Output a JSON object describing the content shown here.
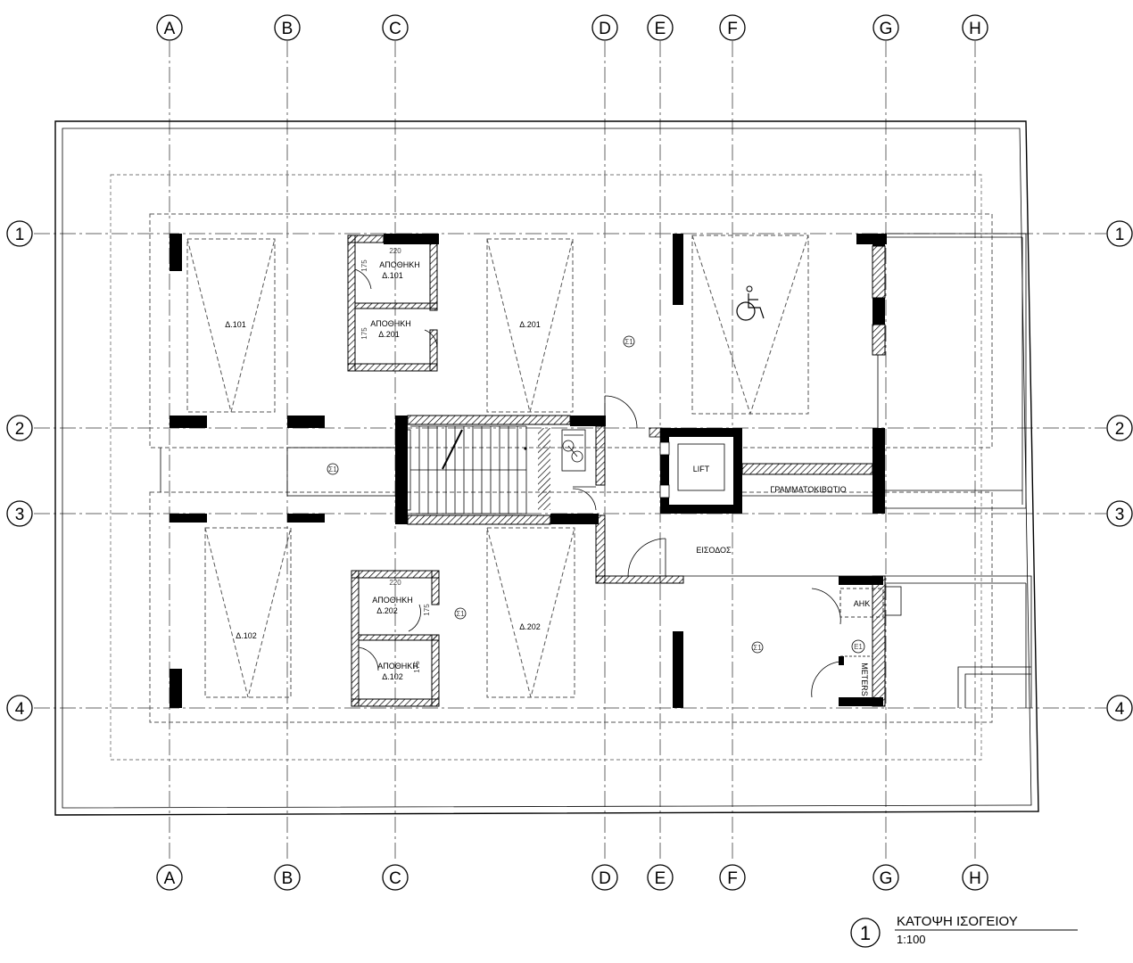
{
  "grid": {
    "columns": [
      "A",
      "B",
      "C",
      "D",
      "E",
      "F",
      "G",
      "H"
    ],
    "rows": [
      "1",
      "2",
      "3",
      "4"
    ]
  },
  "rooms": {
    "parking_101": "Δ.101",
    "parking_201": "Δ.201",
    "parking_102": "Δ.102",
    "parking_202": "Δ.202",
    "storage_title": "ΑΠΟΘΗΚΗ",
    "storage_101": "Δ.101",
    "storage_201": "Δ.201",
    "storage_202": "Δ.202",
    "storage_102": "Δ.102",
    "lift": "LIFT",
    "mailbox": "ΓΡΑΜΜΑΤΟΚΙΒΩΤΙΟ",
    "entrance": "ΕΙΣΟΔΟΣ",
    "ahk": "ΑΗΚ",
    "meters": "METERS"
  },
  "symbols": {
    "ceiling_light": "Σ1",
    "meter_tag": "Ε1"
  },
  "dims": {
    "storage_width": "220",
    "storage_depth": "175"
  },
  "title_block": {
    "number": "1",
    "title": "ΚΑΤΟΨΗ ΙΣΟΓΕΙΟΥ",
    "scale": "1:100"
  },
  "colors": {
    "line": "#000000",
    "grid": "#666666",
    "background": "#ffffff"
  }
}
